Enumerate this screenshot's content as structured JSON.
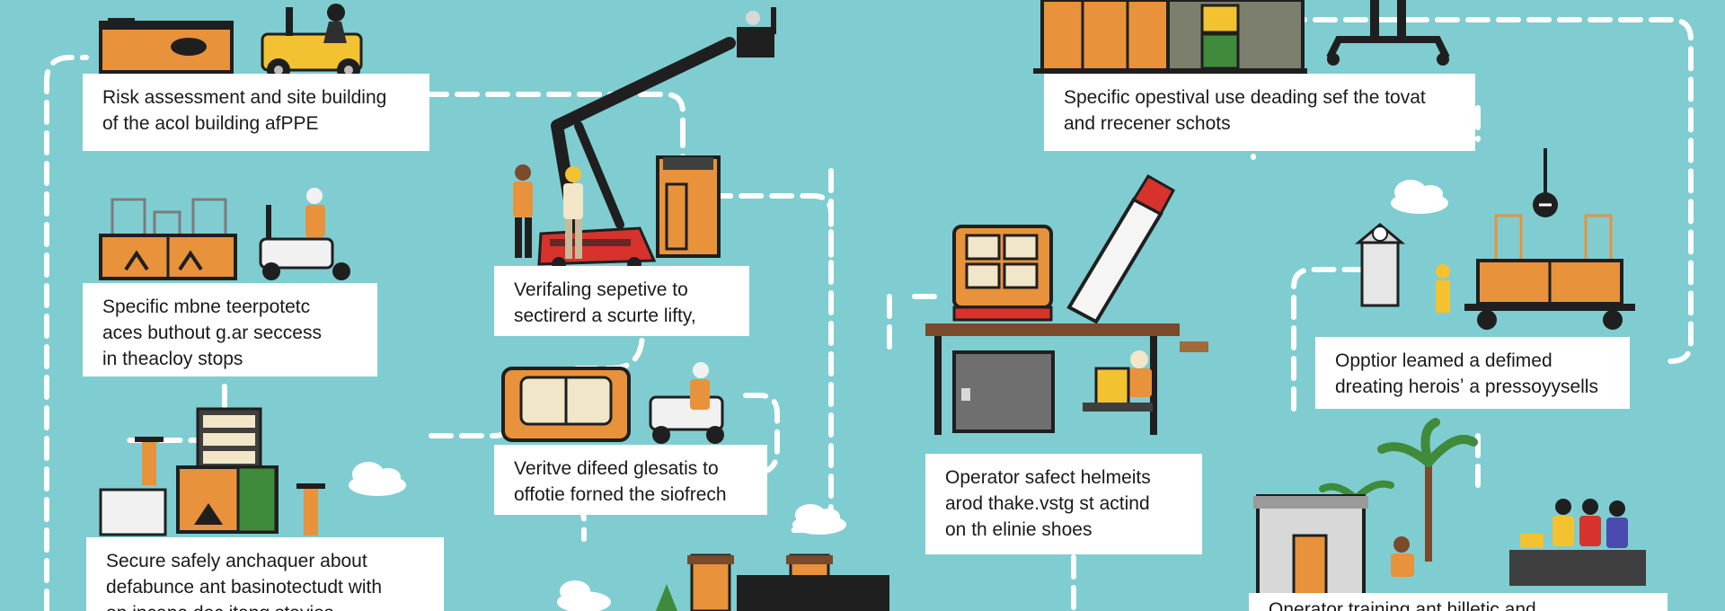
{
  "colors": {
    "background": "#7fcdd1",
    "card": "#ffffff",
    "connector": "#ffffff",
    "orange": "#e8923b",
    "dark": "#1f1f1f",
    "red": "#d8322c",
    "brown": "#7a4a2b",
    "steel": "#6f6f6f",
    "yellow": "#f2c230",
    "green": "#3f8a3b"
  },
  "cards": [
    {
      "id": "risk-assessment",
      "text": "Risk assessment and site building\nof the acol building afPPE"
    },
    {
      "id": "specific-use",
      "text": "Specific opestival use deading sef the tovat\nand rrecener schots"
    },
    {
      "id": "specific-mobile",
      "text": "Specific mbne teerpotetc\naces buthout ɡ.ar seccess\nin theacloy stops"
    },
    {
      "id": "verify-lift",
      "text": "Verifaling sepetive to\nsectirerd a scurte lifty,"
    },
    {
      "id": "verify-glasses",
      "text": "Veritve difeed glesatis to\noffotie forned the siofrech"
    },
    {
      "id": "operator-helmets",
      "text": "Operator safect helmeits\narod thake.vstg st actind\non th elinie shoes"
    },
    {
      "id": "option-learned",
      "text": "Opptior leamed a defimed\ndreating heroisʼ a pressoyysells"
    },
    {
      "id": "secure-safely",
      "text": "Secure safely anchaquer about\ndefabunce ant basinotectudt with\non incane dec itang stayies"
    },
    {
      "id": "operator-training",
      "text": "Onerator training ant hilletic and"
    }
  ],
  "icons": [
    "cargo-box-icon",
    "forklift-icon",
    "boom-lift-icon",
    "worker-icon",
    "warehouse-icon",
    "lift-machine-icon",
    "crate-cart-icon",
    "scissor-lift-icon",
    "sofa-crate-icon",
    "mini-forklift-icon",
    "storage-rack-icon",
    "safety-post-icon",
    "loading-platform-icon",
    "solar-panel-icon",
    "hoist-icon",
    "platform-cart-icon",
    "palm-tree-icon",
    "gatehouse-icon",
    "workers-group-icon",
    "cloud-icon"
  ]
}
